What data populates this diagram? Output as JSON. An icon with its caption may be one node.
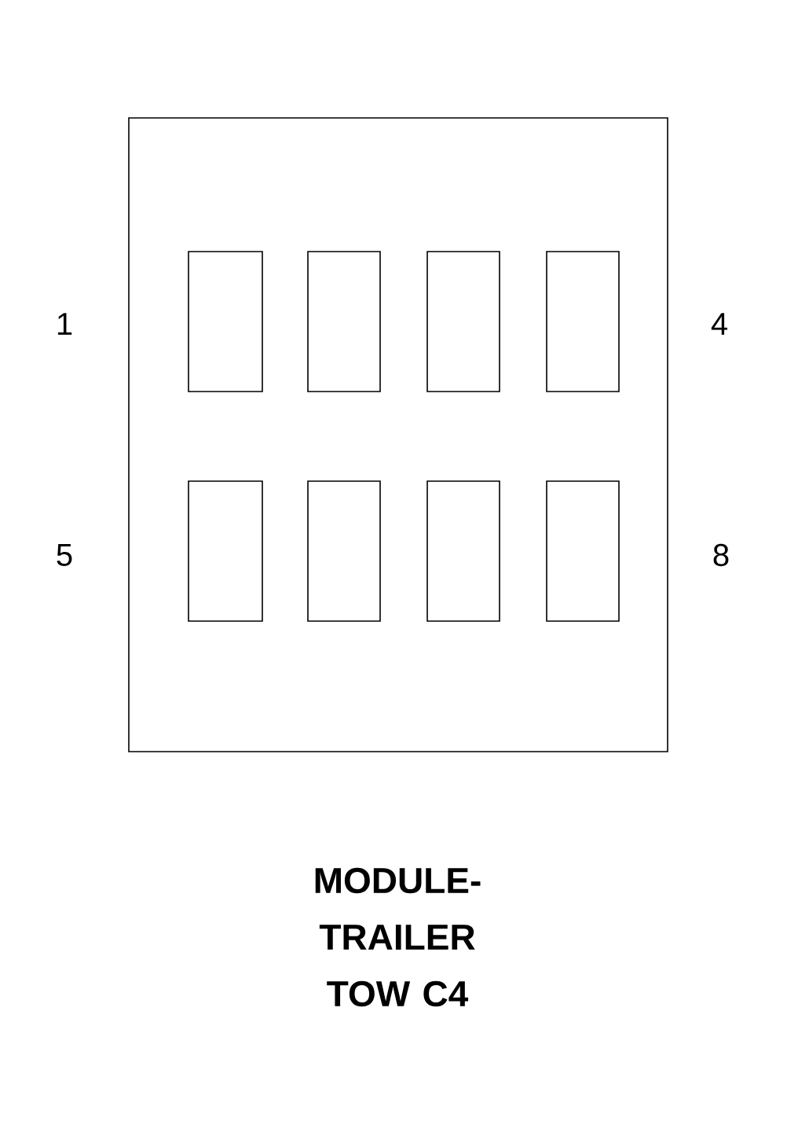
{
  "diagram": {
    "caption": "MODULE- TRAILER TOW C4",
    "labels": [
      "1",
      "4",
      "5",
      "8"
    ]
  }
}
